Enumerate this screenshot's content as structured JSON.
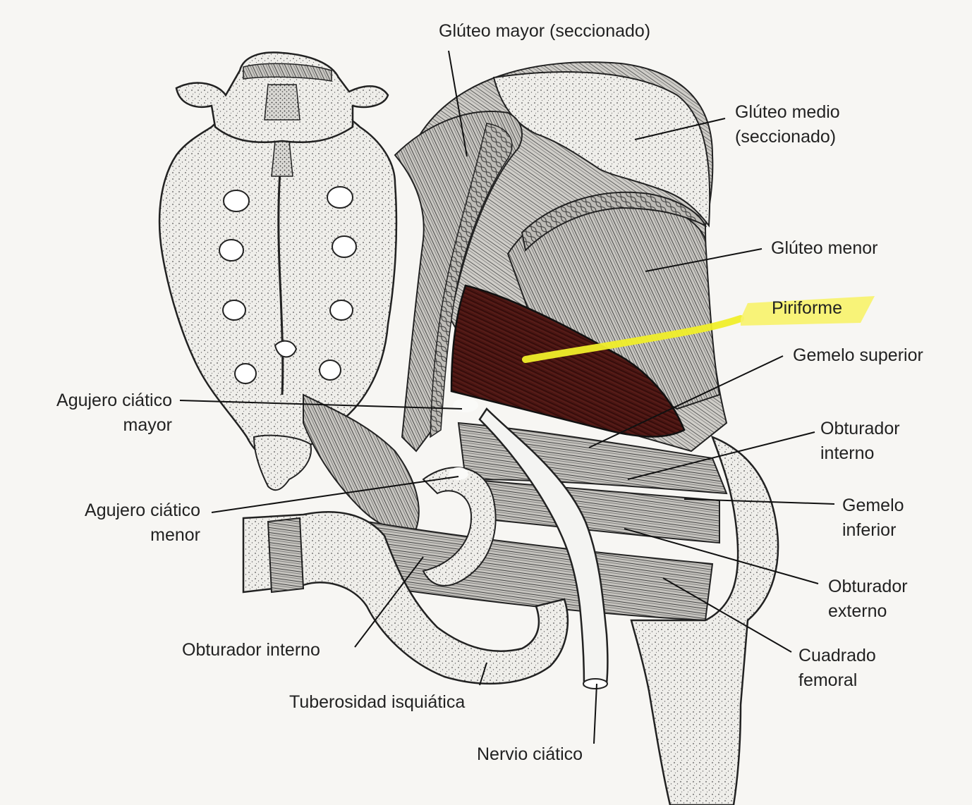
{
  "labels": {
    "gluteo_mayor": "Glúteo mayor (seccionado)",
    "gluteo_medio": [
      "Glúteo medio",
      "(seccionado)"
    ],
    "gluteo_menor": "Glúteo menor",
    "piriforme": "Piriforme",
    "gemelo_superior": "Gemelo superior",
    "agujero_ciatico_mayor": [
      "Agujero ciático",
      "mayor"
    ],
    "obturador_interno_der": [
      "Obturador",
      "interno"
    ],
    "agujero_ciatico_menor": [
      "Agujero ciático",
      "menor"
    ],
    "gemelo_inferior": [
      "Gemelo",
      "inferior"
    ],
    "obturador_externo": [
      "Obturador",
      "externo"
    ],
    "obturador_interno_izq": "Obturador interno",
    "cuadrado_femoral": [
      "Cuadrado",
      "femoral"
    ],
    "tuberosidad_isquiatica": "Tuberosidad isquiática",
    "nervio_ciatico": "Nervio ciático"
  },
  "colors": {
    "piriform_muscle": "#4a1512",
    "highlight": "#f7f36a",
    "ink": "#222222"
  }
}
